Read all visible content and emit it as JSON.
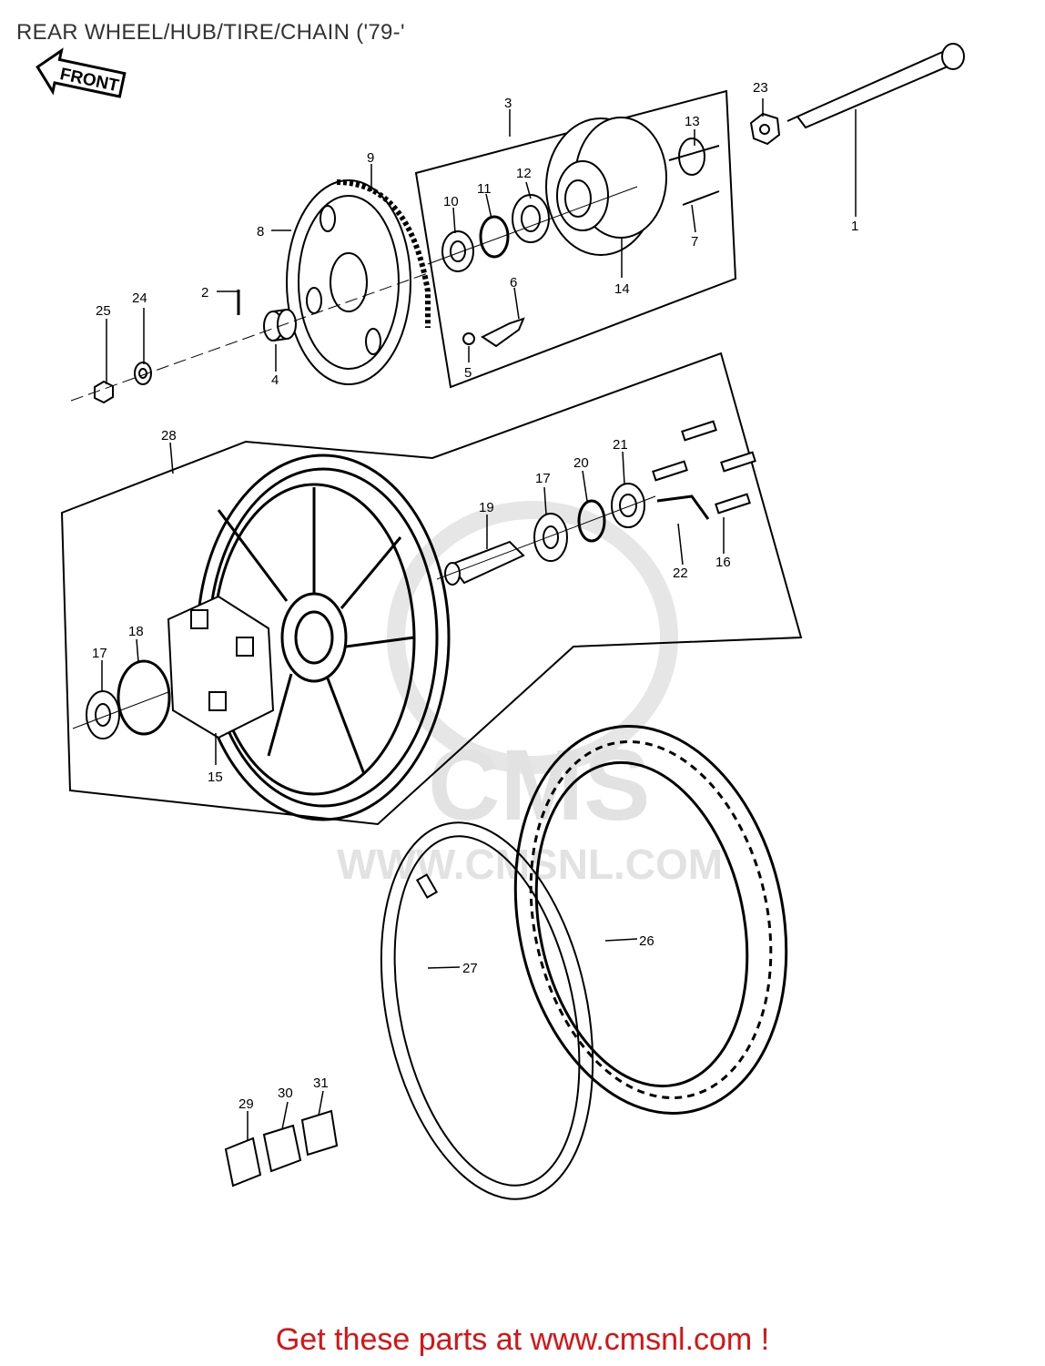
{
  "title": "REAR WHEEL/HUB/TIRE/CHAIN ('79-'",
  "direction_label": "FRONT",
  "watermark": {
    "brand": "CMS",
    "url": "WWW.CMSNL.COM"
  },
  "footer": "Get these parts at www.cmsnl.com !",
  "callouts": [
    "1",
    "2",
    "3",
    "4",
    "5",
    "6",
    "7",
    "8",
    "9",
    "10",
    "11",
    "12",
    "13",
    "14",
    "15",
    "16",
    "17",
    "17",
    "18",
    "19",
    "20",
    "21",
    "22",
    "23",
    "24",
    "25",
    "26",
    "27",
    "28",
    "29",
    "30",
    "31"
  ],
  "colors": {
    "line": "#000000",
    "footer_text": "#dd1111",
    "watermark": "#e2e2e2"
  }
}
